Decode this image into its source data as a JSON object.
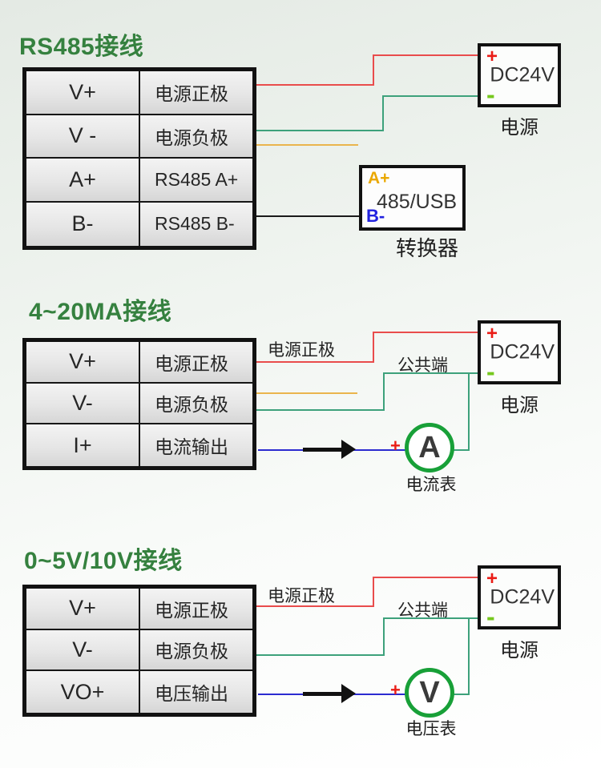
{
  "colors": {
    "background_top": "#e4eae4",
    "background_bottom": "#ffffff",
    "title_green": "#35813f",
    "table_cell_fill": "#e6e6e6",
    "wire_red": "#e94c4c",
    "wire_green": "#3da17b",
    "wire_orange": "#eab54d",
    "wire_blue": "#2b2bd0",
    "wire_black": "#1a1a1a",
    "meter_ring_green": "#18a038",
    "plus_red": "#ea1c16",
    "minus_green": "#76c81e",
    "terminal_a_orange": "#eaa800",
    "terminal_b_blue": "#2222e0"
  },
  "power_supply": {
    "plus": "+",
    "minus": "-",
    "label": "DC24V",
    "caption": "电源"
  },
  "sections": {
    "rs485": {
      "title": "RS485接线",
      "table": {
        "rows": [
          {
            "pin": "V+",
            "desc": "电源正极"
          },
          {
            "pin": "V -",
            "desc": "电源负极"
          },
          {
            "pin": "A+",
            "desc": "RS485 A+"
          },
          {
            "pin": "B-",
            "desc": "RS485 B-"
          }
        ]
      },
      "converter": {
        "terminal_a": "A+",
        "name": "485/USB",
        "terminal_b": "B-",
        "caption": "转换器"
      }
    },
    "current_output": {
      "title": "4~20MA接线",
      "table": {
        "rows": [
          {
            "pin": "V+",
            "desc": "电源正极"
          },
          {
            "pin": "V-",
            "desc": "电源负极"
          },
          {
            "pin": "I+",
            "desc": "电流输出"
          }
        ]
      },
      "labels": {
        "positive_wire": "电源正极",
        "common_wire": "公共端",
        "meter_plus": "+"
      },
      "meter": {
        "symbol": "A",
        "caption": "电流表"
      }
    },
    "voltage_output": {
      "title": "0~5V/10V接线",
      "table": {
        "rows": [
          {
            "pin": "V+",
            "desc": "电源正极"
          },
          {
            "pin": "V-",
            "desc": "电源负极"
          },
          {
            "pin": "VO+",
            "desc": "电压输出"
          }
        ]
      },
      "labels": {
        "positive_wire": "电源正极",
        "common_wire": "公共端",
        "meter_plus": "+"
      },
      "meter": {
        "symbol": "V",
        "caption": "电压表"
      }
    }
  }
}
